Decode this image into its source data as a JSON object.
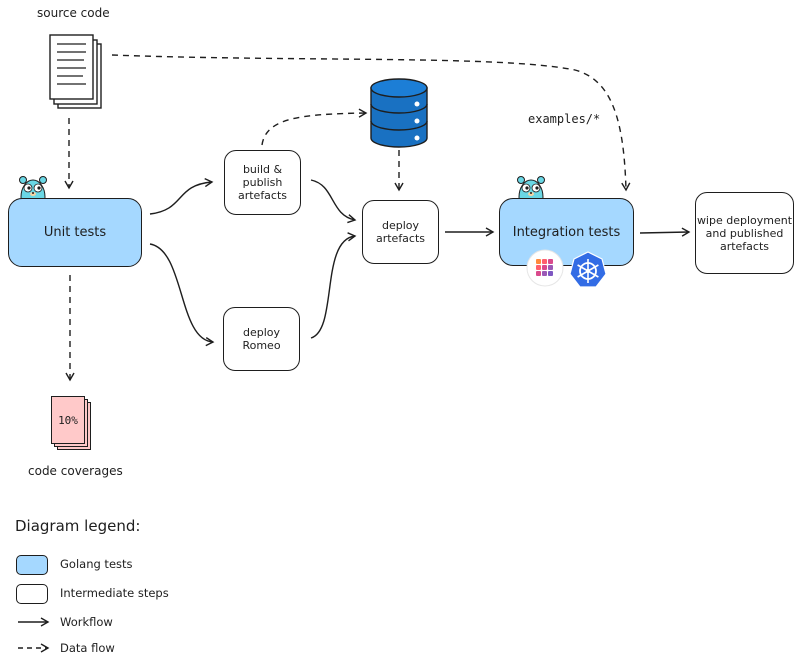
{
  "labels": {
    "source_code": "source code",
    "examples": "examples/*",
    "code_coverages": "code coverages",
    "coverage_value": "10%"
  },
  "nodes": {
    "unit_tests": "Unit tests",
    "build_publish": "build &\npublish\nartefacts",
    "deploy_romeo": "deploy\nRomeo",
    "deploy_artefacts": "deploy\nartefacts",
    "integration_tests": "Integration tests",
    "wipe": "wipe deployment\nand published\nartefacts"
  },
  "legend": {
    "title": "Diagram legend:",
    "golang_tests": "Golang tests",
    "intermediate_steps": "Intermediate steps",
    "workflow": "Workflow",
    "data_flow": "Data flow"
  },
  "colors": {
    "golang_fill": "#a5d8ff",
    "coverage_fill": "#ffc9c9",
    "database_fill": "#1971c2",
    "kubernetes_fill": "#326ce5",
    "stroke": "#1e1e1e"
  },
  "icons": [
    "document-stack-icon",
    "gopher-icon",
    "database-icon",
    "rancher-icon",
    "kubernetes-icon",
    "coverage-report-icon"
  ]
}
